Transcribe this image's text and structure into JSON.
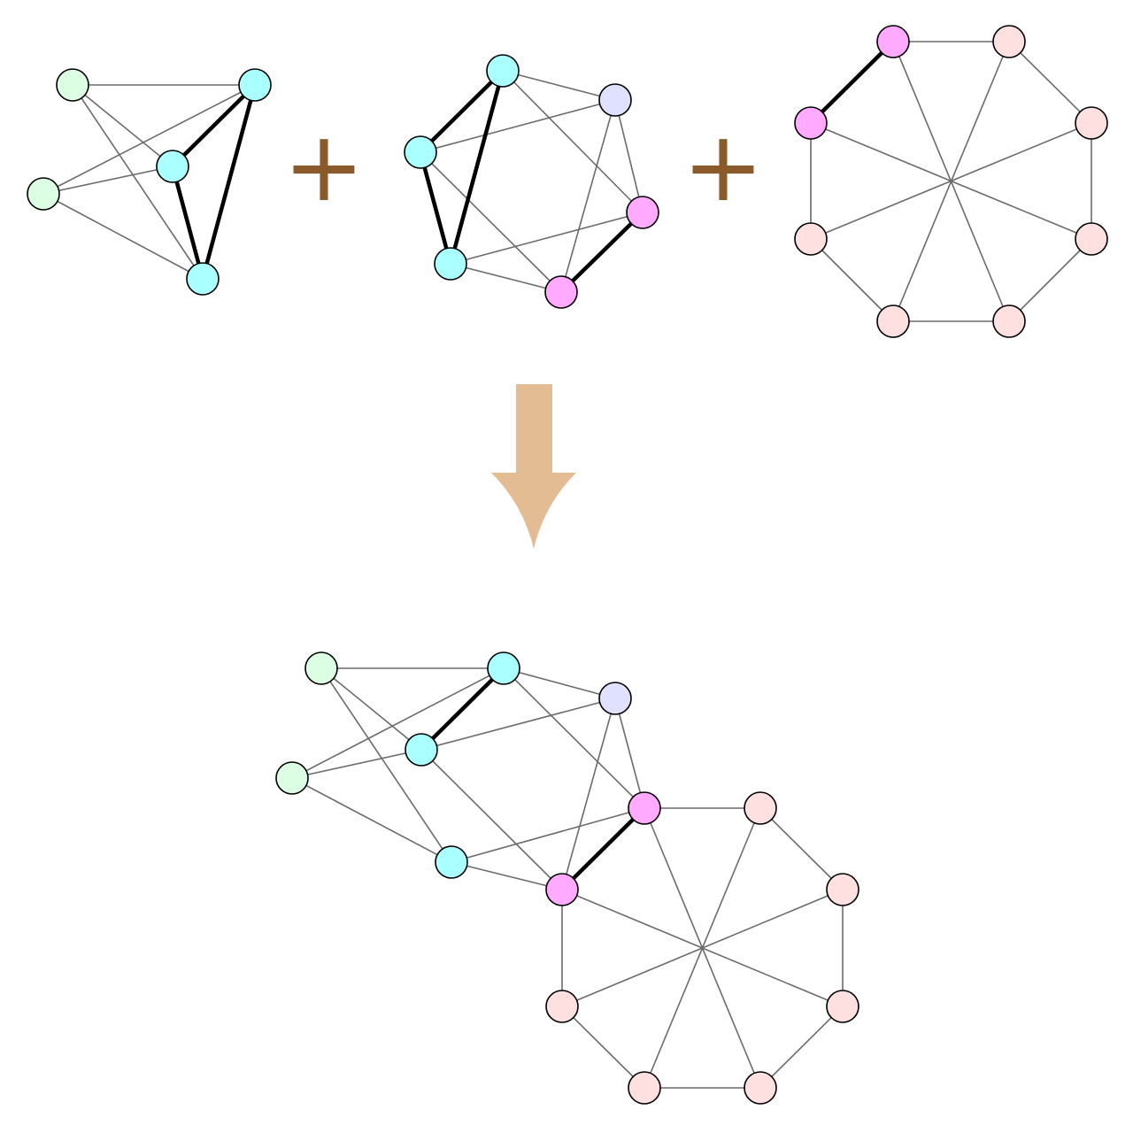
{
  "diagram": {
    "operator_symbol": "+",
    "colors": {
      "node_green": "#dcffe4",
      "node_cyan": "#aaffff",
      "node_lavender": "#e0e0ff",
      "node_magenta": "#ffaaff",
      "node_pink": "#ffe0e0",
      "edge_thin": "#6b6b6b",
      "edge_bold": "#000000",
      "plus": "#8b5a2b",
      "arrow": "#e3bc94"
    },
    "graphs": [
      {
        "id": "input-graph-1",
        "nodes": [
          {
            "id": "g1",
            "color": "node_green"
          },
          {
            "id": "g2",
            "color": "node_green"
          },
          {
            "id": "c1",
            "color": "node_cyan"
          },
          {
            "id": "c2",
            "color": "node_cyan"
          },
          {
            "id": "c3",
            "color": "node_cyan"
          }
        ],
        "edges": [
          [
            "g1",
            "c1",
            "thin"
          ],
          [
            "g1",
            "c2",
            "thin"
          ],
          [
            "g1",
            "c3",
            "thin"
          ],
          [
            "g2",
            "c1",
            "thin"
          ],
          [
            "g2",
            "c2",
            "thin"
          ],
          [
            "g2",
            "c3",
            "thin"
          ],
          [
            "c1",
            "c2",
            "bold"
          ],
          [
            "c1",
            "c3",
            "bold"
          ],
          [
            "c2",
            "c3",
            "bold"
          ]
        ]
      },
      {
        "id": "input-graph-2",
        "nodes": [
          {
            "id": "c1",
            "color": "node_cyan"
          },
          {
            "id": "c2",
            "color": "node_cyan"
          },
          {
            "id": "c3",
            "color": "node_cyan"
          },
          {
            "id": "l1",
            "color": "node_lavender"
          },
          {
            "id": "m1",
            "color": "node_magenta"
          },
          {
            "id": "m2",
            "color": "node_magenta"
          }
        ],
        "edges": [
          [
            "c1",
            "c2",
            "bold"
          ],
          [
            "c1",
            "c3",
            "bold"
          ],
          [
            "c2",
            "c3",
            "bold"
          ],
          [
            "c1",
            "l1",
            "thin"
          ],
          [
            "c1",
            "m1",
            "thin"
          ],
          [
            "c2",
            "l1",
            "thin"
          ],
          [
            "c2",
            "m2",
            "thin"
          ],
          [
            "c3",
            "m1",
            "thin"
          ],
          [
            "c3",
            "m2",
            "thin"
          ],
          [
            "l1",
            "m1",
            "thin"
          ],
          [
            "l1",
            "m2",
            "thin"
          ],
          [
            "m1",
            "m2",
            "bold"
          ]
        ]
      },
      {
        "id": "input-graph-3",
        "nodes": [
          {
            "id": "m1",
            "color": "node_magenta"
          },
          {
            "id": "p1",
            "color": "node_pink"
          },
          {
            "id": "p2",
            "color": "node_pink"
          },
          {
            "id": "p3",
            "color": "node_pink"
          },
          {
            "id": "p4",
            "color": "node_pink"
          },
          {
            "id": "p5",
            "color": "node_pink"
          },
          {
            "id": "p6",
            "color": "node_pink"
          },
          {
            "id": "m2",
            "color": "node_magenta"
          }
        ],
        "edges": [
          [
            "m1",
            "p1",
            "thin"
          ],
          [
            "p1",
            "p2",
            "thin"
          ],
          [
            "p2",
            "p3",
            "thin"
          ],
          [
            "p3",
            "p4",
            "thin"
          ],
          [
            "p4",
            "p5",
            "thin"
          ],
          [
            "p5",
            "p6",
            "thin"
          ],
          [
            "p6",
            "m2",
            "thin"
          ],
          [
            "m2",
            "m1",
            "bold"
          ],
          [
            "m1",
            "p4",
            "thin"
          ],
          [
            "p1",
            "p5",
            "thin"
          ],
          [
            "p2",
            "p6",
            "thin"
          ],
          [
            "p3",
            "m2",
            "thin"
          ]
        ]
      },
      {
        "id": "result-graph",
        "nodes": [
          {
            "id": "g1",
            "color": "node_green"
          },
          {
            "id": "g2",
            "color": "node_green"
          },
          {
            "id": "c1",
            "color": "node_cyan"
          },
          {
            "id": "c2",
            "color": "node_cyan"
          },
          {
            "id": "c3",
            "color": "node_cyan"
          },
          {
            "id": "l1",
            "color": "node_lavender"
          },
          {
            "id": "m1",
            "color": "node_magenta"
          },
          {
            "id": "m2",
            "color": "node_magenta"
          },
          {
            "id": "p1",
            "color": "node_pink"
          },
          {
            "id": "p2",
            "color": "node_pink"
          },
          {
            "id": "p3",
            "color": "node_pink"
          },
          {
            "id": "p4",
            "color": "node_pink"
          },
          {
            "id": "p5",
            "color": "node_pink"
          },
          {
            "id": "p6",
            "color": "node_pink"
          }
        ],
        "edges": [
          [
            "g1",
            "c1",
            "thin"
          ],
          [
            "g1",
            "c2",
            "thin"
          ],
          [
            "g1",
            "c3",
            "thin"
          ],
          [
            "g2",
            "c1",
            "thin"
          ],
          [
            "g2",
            "c2",
            "thin"
          ],
          [
            "g2",
            "c3",
            "thin"
          ],
          [
            "c1",
            "c2",
            "bold"
          ],
          [
            "c1",
            "l1",
            "thin"
          ],
          [
            "c1",
            "m1",
            "thin"
          ],
          [
            "c2",
            "l1",
            "thin"
          ],
          [
            "c2",
            "m2",
            "thin"
          ],
          [
            "c3",
            "m1",
            "thin"
          ],
          [
            "c3",
            "m2",
            "thin"
          ],
          [
            "l1",
            "m1",
            "thin"
          ],
          [
            "l1",
            "m2",
            "thin"
          ],
          [
            "m1",
            "m2",
            "bold"
          ],
          [
            "m1",
            "p1",
            "thin"
          ],
          [
            "p1",
            "p2",
            "thin"
          ],
          [
            "p2",
            "p3",
            "thin"
          ],
          [
            "p3",
            "p4",
            "thin"
          ],
          [
            "p4",
            "p5",
            "thin"
          ],
          [
            "p5",
            "p6",
            "thin"
          ],
          [
            "p6",
            "m2",
            "thin"
          ],
          [
            "m1",
            "p4",
            "thin"
          ],
          [
            "p1",
            "p5",
            "thin"
          ],
          [
            "p2",
            "p6",
            "thin"
          ],
          [
            "p3",
            "m2",
            "thin"
          ]
        ]
      }
    ]
  }
}
